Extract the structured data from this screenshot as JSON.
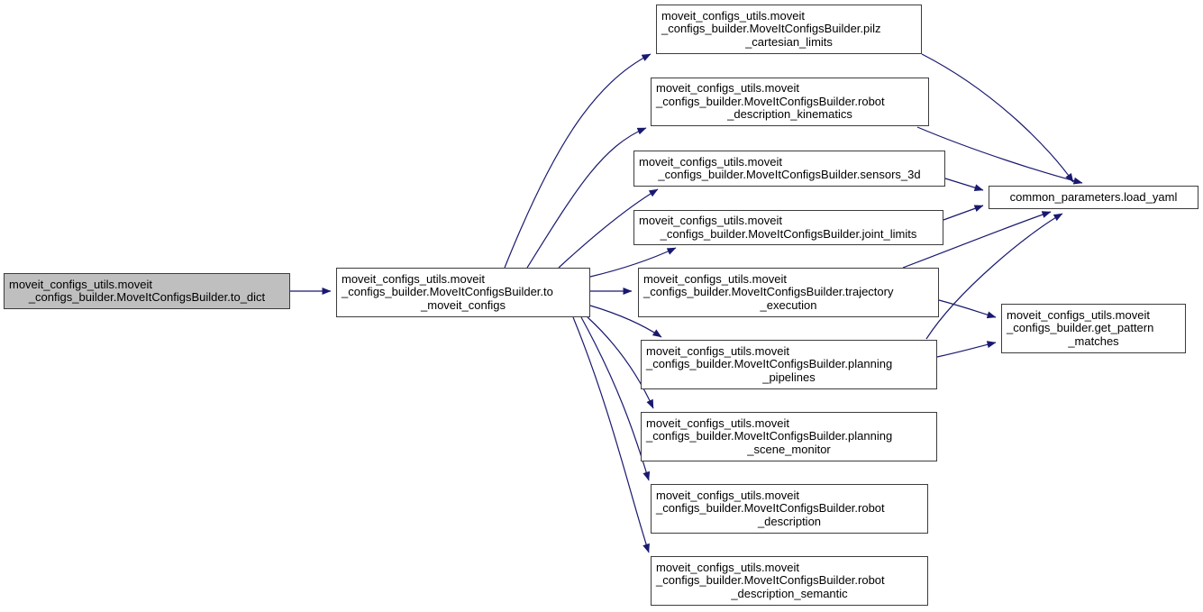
{
  "diagram": {
    "type": "call-graph",
    "tool": "doxygen-graphviz",
    "colors": {
      "background": "#ffffff",
      "edge": "#191970",
      "node_border": "#3c3c3c",
      "node_fill": "#ffffff",
      "highlight_fill": "#bfbfbf",
      "text": "#000000"
    }
  },
  "nodes": [
    {
      "id": "to_dict",
      "highlighted": true,
      "label": "moveit_configs_utils.moveit\n_configs_builder.MoveItConfigsBuilder.to_dict"
    },
    {
      "id": "to_moveit_configs",
      "highlighted": false,
      "label": "moveit_configs_utils.moveit\n_configs_builder.MoveItConfigsBuilder.to\n_moveit_configs"
    },
    {
      "id": "pilz_cartesian_limits",
      "highlighted": false,
      "label": "moveit_configs_utils.moveit\n_configs_builder.MoveItConfigsBuilder.pilz\n_cartesian_limits"
    },
    {
      "id": "robot_description_kinematics",
      "highlighted": false,
      "label": "moveit_configs_utils.moveit\n_configs_builder.MoveItConfigsBuilder.robot\n_description_kinematics"
    },
    {
      "id": "sensors_3d",
      "highlighted": false,
      "label": "moveit_configs_utils.moveit\n_configs_builder.MoveItConfigsBuilder.sensors_3d"
    },
    {
      "id": "joint_limits",
      "highlighted": false,
      "label": "moveit_configs_utils.moveit\n_configs_builder.MoveItConfigsBuilder.joint_limits"
    },
    {
      "id": "trajectory_execution",
      "highlighted": false,
      "label": "moveit_configs_utils.moveit\n_configs_builder.MoveItConfigsBuilder.trajectory\n_execution"
    },
    {
      "id": "planning_pipelines",
      "highlighted": false,
      "label": "moveit_configs_utils.moveit\n_configs_builder.MoveItConfigsBuilder.planning\n_pipelines"
    },
    {
      "id": "planning_scene_monitor",
      "highlighted": false,
      "label": "moveit_configs_utils.moveit\n_configs_builder.MoveItConfigsBuilder.planning\n_scene_monitor"
    },
    {
      "id": "robot_description",
      "highlighted": false,
      "label": "moveit_configs_utils.moveit\n_configs_builder.MoveItConfigsBuilder.robot\n_description"
    },
    {
      "id": "robot_description_semantic",
      "highlighted": false,
      "label": "moveit_configs_utils.moveit\n_configs_builder.MoveItConfigsBuilder.robot\n_description_semantic"
    },
    {
      "id": "load_yaml",
      "highlighted": false,
      "label": "common_parameters.load_yaml"
    },
    {
      "id": "get_pattern_matches",
      "highlighted": false,
      "label": "moveit_configs_utils.moveit\n_configs_builder.get_pattern\n_matches"
    }
  ],
  "edges": [
    {
      "from": "to_dict",
      "to": "to_moveit_configs"
    },
    {
      "from": "to_moveit_configs",
      "to": "pilz_cartesian_limits"
    },
    {
      "from": "to_moveit_configs",
      "to": "robot_description_kinematics"
    },
    {
      "from": "to_moveit_configs",
      "to": "sensors_3d"
    },
    {
      "from": "to_moveit_configs",
      "to": "joint_limits"
    },
    {
      "from": "to_moveit_configs",
      "to": "trajectory_execution"
    },
    {
      "from": "to_moveit_configs",
      "to": "planning_pipelines"
    },
    {
      "from": "to_moveit_configs",
      "to": "planning_scene_monitor"
    },
    {
      "from": "to_moveit_configs",
      "to": "robot_description"
    },
    {
      "from": "to_moveit_configs",
      "to": "robot_description_semantic"
    },
    {
      "from": "pilz_cartesian_limits",
      "to": "load_yaml"
    },
    {
      "from": "robot_description_kinematics",
      "to": "load_yaml"
    },
    {
      "from": "sensors_3d",
      "to": "load_yaml"
    },
    {
      "from": "joint_limits",
      "to": "load_yaml"
    },
    {
      "from": "trajectory_execution",
      "to": "load_yaml"
    },
    {
      "from": "trajectory_execution",
      "to": "get_pattern_matches"
    },
    {
      "from": "planning_pipelines",
      "to": "load_yaml"
    },
    {
      "from": "planning_pipelines",
      "to": "get_pattern_matches"
    }
  ]
}
